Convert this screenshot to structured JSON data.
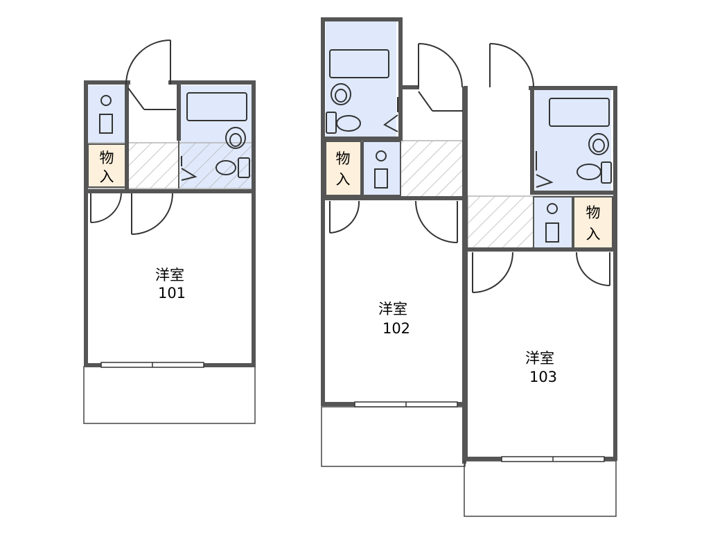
{
  "colors": {
    "wet_area": "#dfe9fb",
    "storage": "#fdf0dc",
    "wall": "#555555",
    "hatch": "#b3b3b3"
  },
  "units": [
    {
      "room_type": "洋室",
      "number": "101",
      "storage": [
        "物",
        "入"
      ]
    },
    {
      "room_type": "洋室",
      "number": "102",
      "storage": [
        "物",
        "入"
      ]
    },
    {
      "room_type": "洋室",
      "number": "103",
      "storage": [
        "物",
        "入"
      ]
    }
  ],
  "icons": [
    "bathtub-icon",
    "washbasin-icon",
    "toilet-icon",
    "washing-machine-icon",
    "door-swing-icon",
    "window-icon"
  ]
}
